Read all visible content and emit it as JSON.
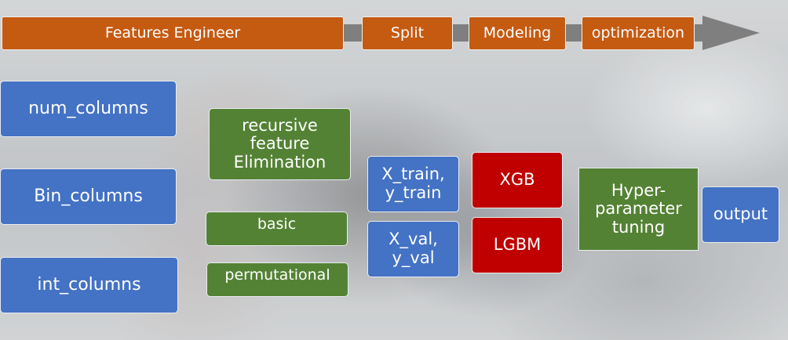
{
  "colors": {
    "stage": "#c55a11",
    "input": "#4472c4",
    "feature_selection": "#548235",
    "model": "#c00000",
    "arrow": "#7f7f7f"
  },
  "pipeline": {
    "stages": [
      "Features Engineer",
      "Split",
      "Modeling",
      "optimization"
    ]
  },
  "inputs": [
    "num_columns",
    "Bin_columns",
    "int_columns"
  ],
  "feature_selection": [
    "recursive feature Elimination",
    "basic",
    "permutational"
  ],
  "split": [
    "X_train, y_train",
    "X_val, y_val"
  ],
  "models": [
    "XGB",
    "LGBM"
  ],
  "tuning": "Hyper-parameter tuning",
  "output": "output"
}
